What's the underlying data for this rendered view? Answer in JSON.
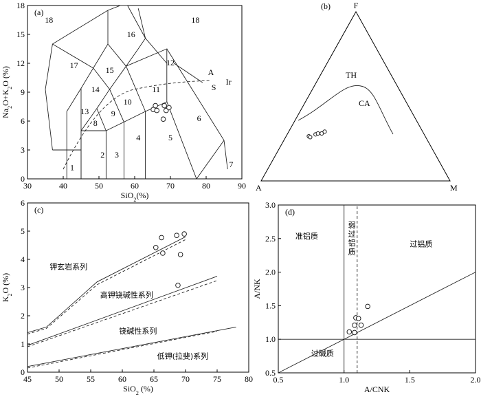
{
  "chart_data": [
    {
      "panel": "(a)",
      "type": "scatter",
      "xlabel": "SiO₂(%)",
      "ylabel": "Na₂O+K₂O (%)",
      "xlim": [
        30,
        90
      ],
      "ylim": [
        0,
        18
      ],
      "xticks": [
        30,
        40,
        50,
        60,
        70,
        80,
        90
      ],
      "yticks": [
        0,
        3,
        6,
        9,
        12,
        15,
        18
      ],
      "field_labels": [
        "1",
        "2",
        "3",
        "4",
        "5",
        "6",
        "7",
        "8",
        "9",
        "10",
        "11",
        "12",
        "13",
        "14",
        "15",
        "16",
        "17",
        "18",
        "18"
      ],
      "series_labels": [
        "A",
        "S",
        "Ir"
      ],
      "points": [
        [
          65.2,
          7.2
        ],
        [
          65.8,
          7.6
        ],
        [
          66.2,
          7.1
        ],
        [
          68.3,
          7.6
        ],
        [
          68.8,
          7.1
        ],
        [
          69.6,
          7.4
        ],
        [
          68.0,
          6.2
        ]
      ]
    },
    {
      "panel": "(b)",
      "type": "scatter",
      "vertices": [
        "F",
        "A",
        "M"
      ],
      "field_labels": [
        "TH",
        "CA"
      ],
      "points": [
        [
          0.12,
          0.48
        ],
        [
          0.13,
          0.47
        ],
        [
          0.15,
          0.5
        ],
        [
          0.16,
          0.51
        ],
        [
          0.18,
          0.51
        ],
        [
          0.19,
          0.53
        ]
      ]
    },
    {
      "panel": "(c)",
      "type": "scatter",
      "xlabel": "SiO₂ (%)",
      "ylabel": "K₂O (%)",
      "xlim": [
        45,
        80
      ],
      "ylim": [
        0,
        6
      ],
      "xticks": [
        45,
        50,
        55,
        60,
        65,
        70,
        75,
        80
      ],
      "yticks": [
        0,
        1,
        2,
        3,
        4,
        5,
        6
      ],
      "field_labels": [
        "钾玄岩系列",
        "高钾铙碱性系列",
        "铙碱性系列",
        "低钾(拉斐)系列"
      ],
      "points": [
        [
          65.3,
          4.42
        ],
        [
          66.2,
          4.77
        ],
        [
          66.4,
          4.22
        ],
        [
          68.6,
          4.85
        ],
        [
          69.8,
          4.9
        ],
        [
          69.2,
          4.17
        ],
        [
          68.8,
          3.08
        ]
      ]
    },
    {
      "panel": "(d)",
      "type": "scatter",
      "xlabel": "A/CNK",
      "ylabel": "A/NK",
      "xlim": [
        0.5,
        2.0
      ],
      "ylim": [
        0.5,
        3.0
      ],
      "xticks": [
        "0.5",
        "1.0",
        "1.5",
        "2.0"
      ],
      "yticks": [
        "0.5",
        "1.0",
        "1.5",
        "2.0",
        "2.5",
        "3.0"
      ],
      "field_labels": [
        "准铝质",
        "弱过铝质",
        "过铝质",
        "过碱质"
      ],
      "points": [
        [
          1.04,
          1.11
        ],
        [
          1.08,
          1.1
        ],
        [
          1.08,
          1.21
        ],
        [
          1.09,
          1.32
        ],
        [
          1.11,
          1.31
        ],
        [
          1.13,
          1.21
        ],
        [
          1.18,
          1.49
        ]
      ]
    }
  ]
}
